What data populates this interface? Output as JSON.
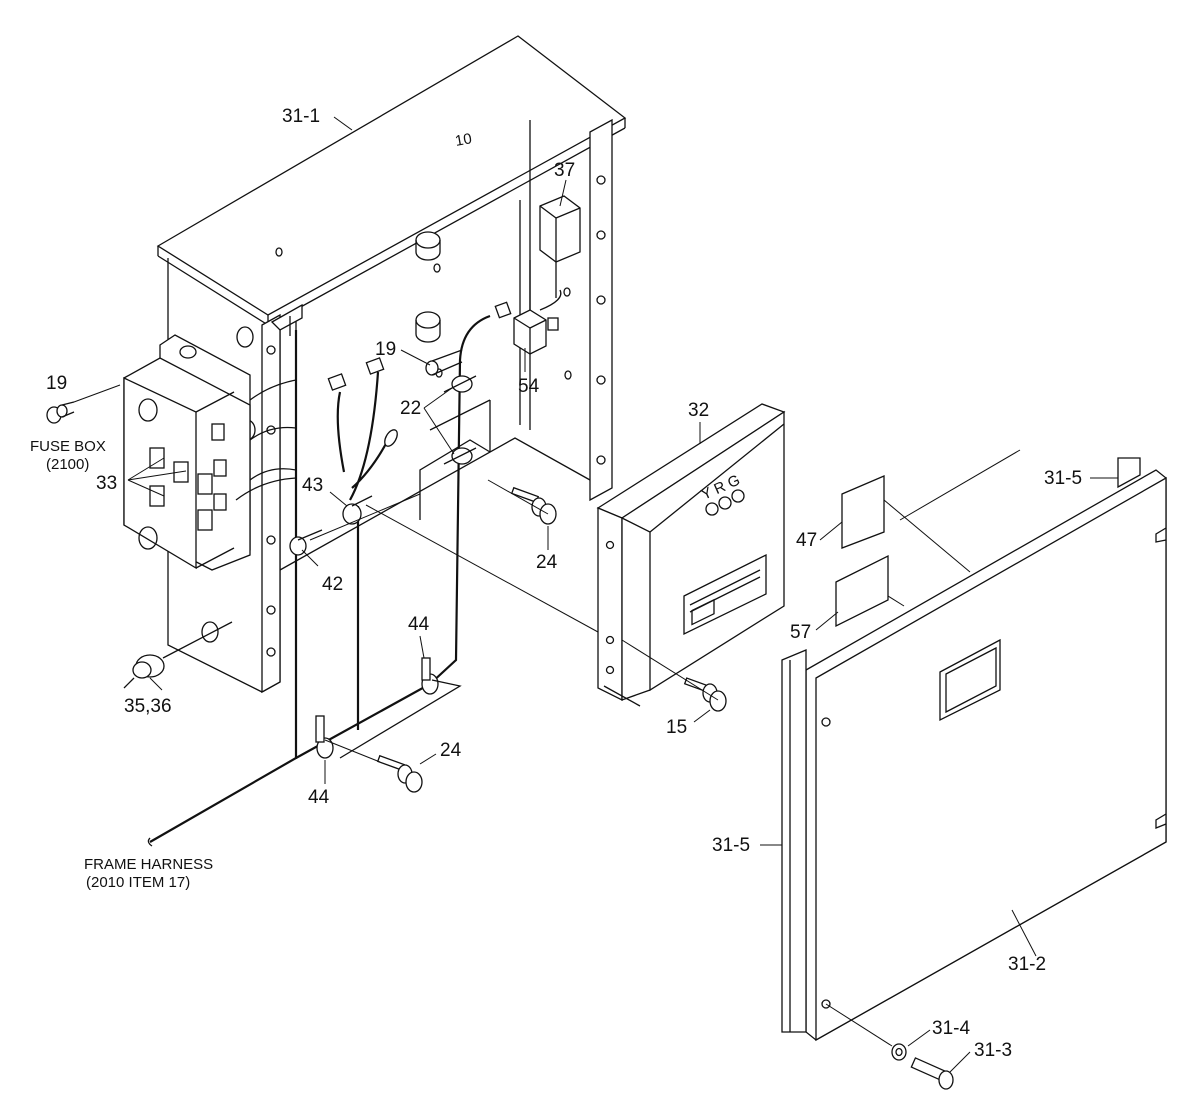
{
  "labels": {
    "p31_1": "31-1",
    "p10": "10",
    "p37": "37",
    "p19_top": "19",
    "p19_left": "19",
    "fuse_box": "FUSE BOX",
    "fuse_box_ref": "(2100)",
    "p54": "54",
    "p22": "22",
    "p32": "32",
    "p31_5_top": "31-5",
    "p33": "33",
    "p43": "43",
    "p24_top": "24",
    "p47": "47",
    "p42": "42",
    "p57": "57",
    "p44_top": "44",
    "p35_36": "35,36",
    "p15": "15",
    "p24_bottom": "24",
    "p44_bottom": "44",
    "frame_harness": "FRAME HARNESS",
    "frame_harness_ref": "(2010 ITEM 17)",
    "p31_5_left": "31-5",
    "p31_2": "31-2",
    "p31_4": "31-4",
    "p31_3": "31-3",
    "controller_leds": "Y R G"
  }
}
